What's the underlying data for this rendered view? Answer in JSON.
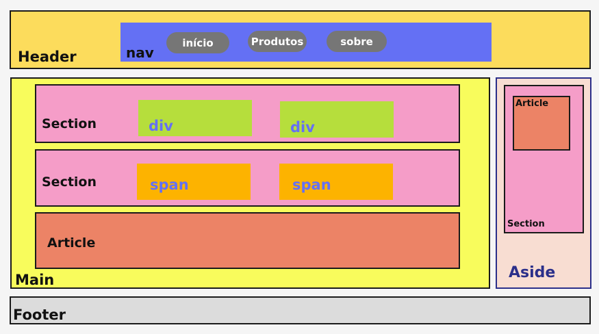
{
  "header": {
    "label": "Header",
    "nav": {
      "label": "nav",
      "items": [
        "início",
        "Produtos",
        "sobre"
      ]
    }
  },
  "main": {
    "label": "Main",
    "section_1": {
      "label": "Section",
      "divs": [
        "div",
        "div"
      ]
    },
    "section_2": {
      "label": "Section",
      "spans": [
        "span",
        "span"
      ]
    },
    "article": {
      "label": "Article"
    }
  },
  "aside": {
    "label": "Aside",
    "section": {
      "label": "Section",
      "article": {
        "label": "Article"
      }
    }
  },
  "footer": {
    "label": "Footer"
  },
  "colors": {
    "header": "#fcdc5c",
    "nav": "#6470f4",
    "nav_pill": "#767676",
    "main": "#f8fc5c",
    "section": "#f59dc8",
    "div": "#b6de3c",
    "span": "#fdb300",
    "article": "#ec8366",
    "aside": "#f8ddd2",
    "aside_text": "#2b2f8a",
    "footer": "#dcdcdc"
  }
}
